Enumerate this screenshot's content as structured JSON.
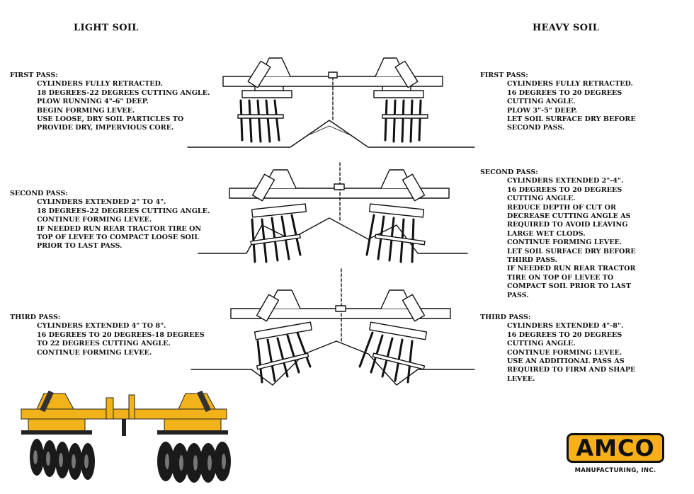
{
  "headers": {
    "left": "LIGHT SOIL",
    "right": "HEAVY SOIL"
  },
  "light_soil": [
    {
      "title": "FIRST PASS:",
      "lines": [
        "CYLINDERS FULLY RETRACTED.",
        "18 DEGREES-22 DEGREES CUTTING ANGLE.",
        "PLOW RUNNING 4\"-6\" DEEP.",
        "BEGIN FORMING LEVEE.",
        "USE LOOSE, DRY SOIL PARTICLES TO",
        "PROVIDE DRY, IMPERVIOUS CORE."
      ]
    },
    {
      "title": "SECOND PASS:",
      "lines": [
        "CYLINDERS EXTENDED 2\" TO 4\".",
        "18 DEGREES-22 DEGREES CUTTING ANGLE.",
        "CONTINUE FORMING LEVEE.",
        "IF NEEDED RUN REAR TRACTOR TIRE ON",
        "TOP OF LEVEE TO COMPACT LOOSE SOIL",
        "PRIOR TO  LAST PASS."
      ]
    },
    {
      "title": "THIRD PASS:",
      "lines": [
        "CYLINDERS EXTENDED 4\" TO 8\".",
        "16 DEGREES TO 20 DEGREES-18 DEGREES",
        "TO 22 DEGREES CUTTING ANGLE.",
        "CONTINUE FORMING LEVEE."
      ]
    }
  ],
  "heavy_soil": [
    {
      "title": "FIRST PASS:",
      "lines": [
        "CYLINDERS FULLY RETRACTED.",
        "16 DEGREES TO 20 DEGREES",
        "CUTTING ANGLE.",
        "PLOW 3\"-5\" DEEP.",
        "LET SOIL SURFACE DRY BEFORE",
        "SECOND PASS."
      ]
    },
    {
      "title": "SECOND PASS:",
      "lines": [
        "CYLINDERS EXTENDED 2\"-4\".",
        "16 DEGREES TO 20 DEGREES",
        "CUTTING ANGLE.",
        "REDUCE DEPTH OF CUT OR",
        "DECREASE CUTTING ANGLE AS",
        "REQUIRED TO AVOID LEAVING",
        "LARGE WET CLODS.",
        "CONTINUE FORMING LEVEE.",
        "LET SOIL SURFACE DRY BEFORE",
        "THIRD PASS.",
        "IF NEEDED RUN REAR TRACTOR",
        "TIRE ON TOP OF LEVEE TO",
        "COMPACT SOIL PRIOR TO LAST",
        "PASS."
      ]
    },
    {
      "title": "THIRD PASS:",
      "lines": [
        "CYLINDERS EXTENDED 4\"-8\".",
        "16 DEGREES TO 20 DEGREES",
        "CUTTING ANGLE.",
        "CONTINUE FORMING LEVEE.",
        "USE AN ADDITIONAL PASS AS",
        "REQUIRED TO FIRM AND SHAPE",
        "LEVEE."
      ]
    }
  ],
  "logo": {
    "brand": "AMCO",
    "subtitle": "MANUFACTURING, INC."
  },
  "colors": {
    "brand_yellow": "#f6b11a",
    "ink": "#111111"
  }
}
